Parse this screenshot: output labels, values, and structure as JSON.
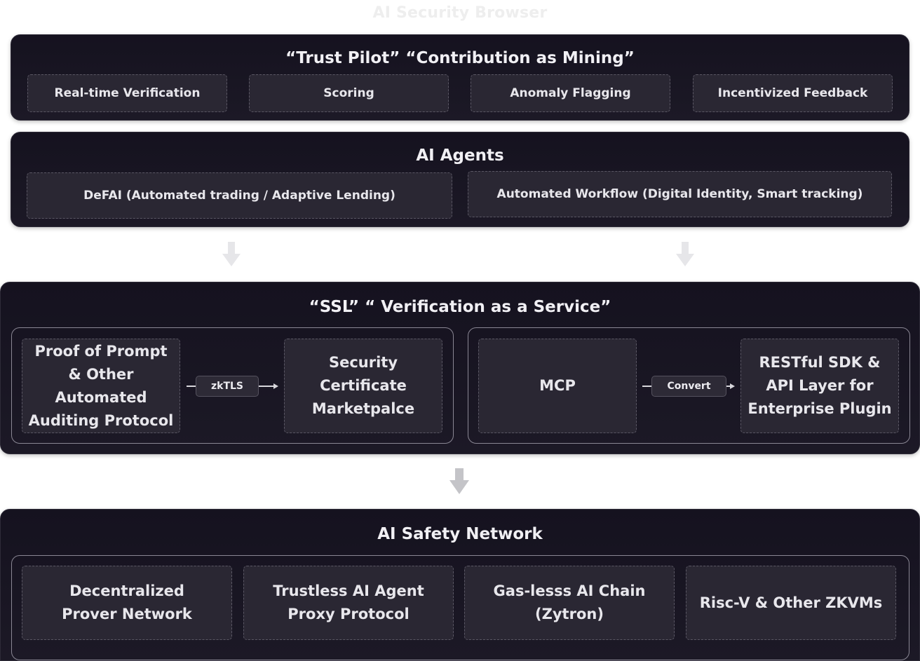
{
  "header": {
    "title": "AI Security Browser"
  },
  "trust_pilot": {
    "title": "“Trust Pilot” “Contribution as Mining”",
    "items": [
      "Real-time Verification",
      "Scoring",
      "Anomaly Flagging",
      "Incentivized Feedback"
    ]
  },
  "ai_agents": {
    "title": "AI Agents",
    "items": [
      "DeFAI (Automated trading / Adaptive Lending)",
      "Automated Workflow (Digital Identity, Smart tracking)"
    ]
  },
  "ssl": {
    "title": "“SSL” “ Verification as a Service”",
    "left": {
      "source": [
        "Proof of Prompt",
        "& Other Automated",
        "Auditing Protocol"
      ],
      "connector": "zkTLS",
      "target": [
        "Security Certificate",
        "Marketpalce"
      ]
    },
    "right": {
      "source": [
        "MCP"
      ],
      "connector": "Convert",
      "target": [
        "RESTful SDK &",
        "API Layer for",
        "Enterprise Plugin"
      ]
    }
  },
  "safety_network": {
    "title": "AI Safety Network",
    "items": [
      [
        "Decentralized",
        "Prover Network"
      ],
      [
        "Trustless AI Agent",
        "Proxy Protocol"
      ],
      [
        "Gas-lesss AI Chain",
        "(Zytron)"
      ],
      [
        "Risc-V & Other ZKVMs"
      ]
    ]
  },
  "colors": {
    "panel_bg": "#1a1724",
    "card_bg": "#2a2733",
    "card_border": "#5a5764",
    "text": "#e8e7ec",
    "arrow": "#c4c4c8"
  }
}
